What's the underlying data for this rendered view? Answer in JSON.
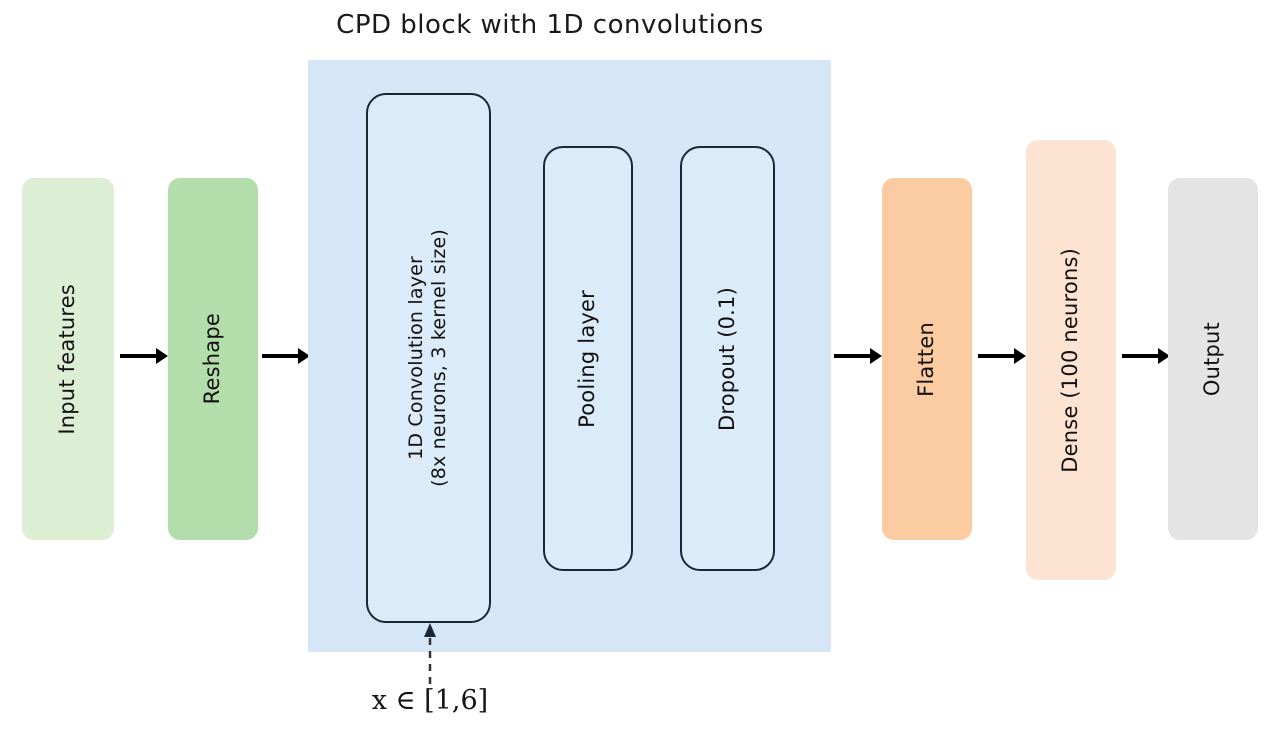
{
  "title": "CPD block with 1D convolutions",
  "colors": {
    "input_features": "#dcefd4",
    "reshape": "#b3ddab",
    "cpd_background": "#d6e6f7",
    "inner_box_fill": "#dcebf9",
    "inner_box_stroke": "#1b2733",
    "flatten": "#fbcba2",
    "dense": "#fde3d2",
    "output": "#e4e4e4",
    "arrow": "#000000",
    "text": "#111111"
  },
  "blocks": {
    "input_features": {
      "label": "Input features"
    },
    "reshape": {
      "label": "Reshape"
    },
    "conv": {
      "line1": "1D Convolution layer",
      "line2": "(8x neurons, 3 kernel size)"
    },
    "pooling": {
      "label": "Pooling layer"
    },
    "dropout": {
      "label": "Dropout (0.1)"
    },
    "flatten": {
      "label": "Flatten"
    },
    "dense": {
      "label": "Dense (100 neurons)"
    },
    "output": {
      "label": "Output"
    }
  },
  "annotation": {
    "text": "x ∈ [1,6]",
    "target": "conv"
  },
  "arrows": [
    {
      "name": "arrow-input-to-reshape",
      "from": "input_features",
      "to": "reshape"
    },
    {
      "name": "arrow-reshape-to-cpd",
      "from": "reshape",
      "to": "cpd_block"
    },
    {
      "name": "arrow-cpd-to-flatten",
      "from": "cpd_block",
      "to": "flatten"
    },
    {
      "name": "arrow-flatten-to-dense",
      "from": "flatten",
      "to": "dense"
    },
    {
      "name": "arrow-dense-to-output",
      "from": "dense",
      "to": "output"
    }
  ]
}
